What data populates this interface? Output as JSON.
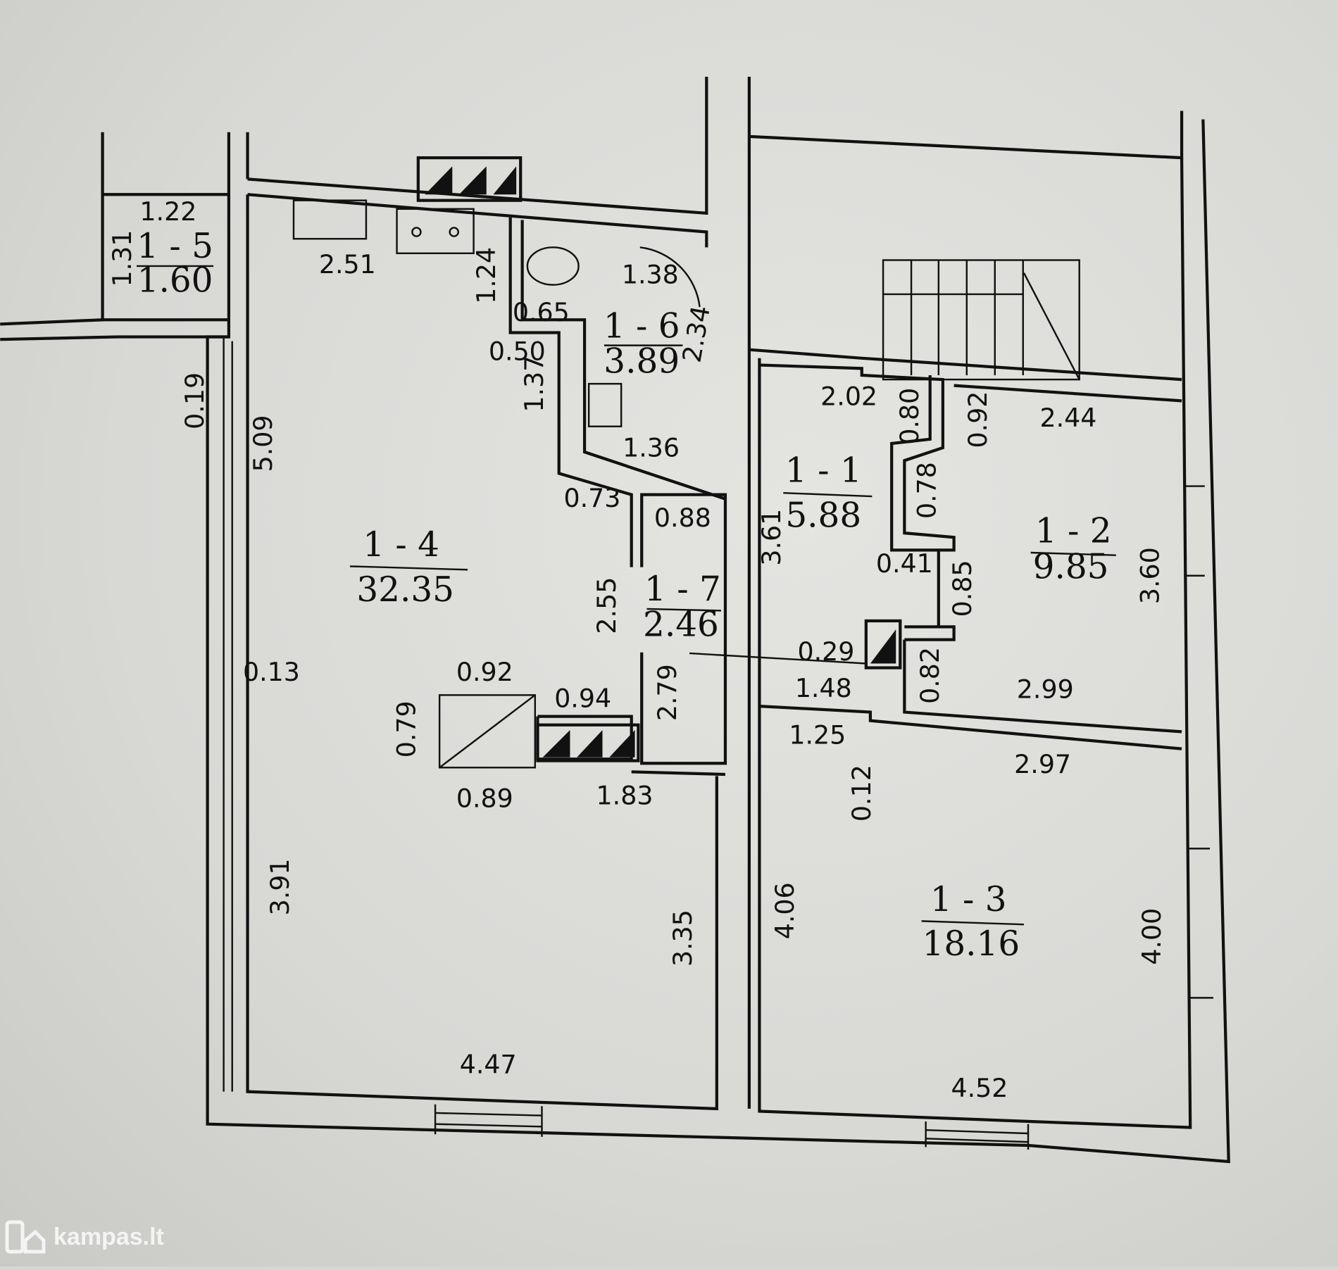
{
  "rooms": [
    {
      "id": "1 - 5",
      "area": "1.60"
    },
    {
      "id": "1 - 6",
      "area": "3.89"
    },
    {
      "id": "1 - 4",
      "area": "32.35"
    },
    {
      "id": "1 - 1",
      "area": "5.88"
    },
    {
      "id": "1 - 2",
      "area": "9.85"
    },
    {
      "id": "1 - 7",
      "area": "2.46"
    },
    {
      "id": "1 - 3",
      "area": "18.16"
    }
  ],
  "dims": [
    "1.22",
    "1.31",
    "2.51",
    "1.24",
    "1.38",
    "0.65",
    "2.34",
    "0.50",
    "1.37",
    "0.19",
    "5.09",
    "2.02",
    "0.80",
    "0.92",
    "2.44",
    "1.36",
    "0.73",
    "0.78",
    "0.88",
    "3.61",
    "0.41",
    "0.85",
    "3.60",
    "2.55",
    "0.29",
    "0.82",
    "0.13",
    "0.92",
    "2.79",
    "0.79",
    "0.94",
    "1.48",
    "2.99",
    "1.25",
    "2.97",
    "0.12",
    "0.89",
    "1.83",
    "3.91",
    "4.06",
    "3.35",
    "4.00",
    "4.47",
    "4.52"
  ],
  "watermark": "kampas.lt"
}
